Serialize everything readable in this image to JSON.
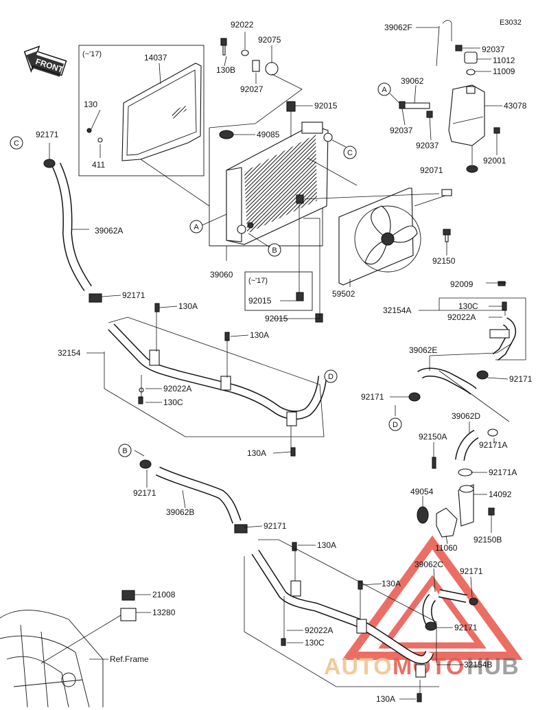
{
  "diagram_code": "E3032",
  "front_label": "FRONT",
  "year_notes": [
    "(~'17)",
    "(~'17)"
  ],
  "ref_frame": "Ref.Frame",
  "part_labels": [
    {
      "id": "p14037",
      "text": "14037"
    },
    {
      "id": "p130_a",
      "text": "130"
    },
    {
      "id": "p411",
      "text": "411"
    },
    {
      "id": "p92022",
      "text": "92022"
    },
    {
      "id": "p92075",
      "text": "92075"
    },
    {
      "id": "p130B_top",
      "text": "130B"
    },
    {
      "id": "p92027",
      "text": "92027"
    },
    {
      "id": "p92015_top",
      "text": "92015"
    },
    {
      "id": "p49085",
      "text": "49085"
    },
    {
      "id": "p39062F",
      "text": "39062F"
    },
    {
      "id": "p92037_a",
      "text": "92037"
    },
    {
      "id": "p11012",
      "text": "11012"
    },
    {
      "id": "p11009",
      "text": "11009"
    },
    {
      "id": "p39062",
      "text": "39062"
    },
    {
      "id": "p43078",
      "text": "43078"
    },
    {
      "id": "p92037_b",
      "text": "92037"
    },
    {
      "id": "p92037_c",
      "text": "92037"
    },
    {
      "id": "p92001",
      "text": "92001"
    },
    {
      "id": "p92071",
      "text": "92071"
    },
    {
      "id": "p92171_a",
      "text": "92171"
    },
    {
      "id": "p39062A",
      "text": "39062A"
    },
    {
      "id": "p39060",
      "text": "39060"
    },
    {
      "id": "p92015_mid",
      "text": "92015"
    },
    {
      "id": "p92015_low",
      "text": "92015"
    },
    {
      "id": "p59502",
      "text": "59502"
    },
    {
      "id": "p92150",
      "text": "92150"
    },
    {
      "id": "p92009",
      "text": "92009"
    },
    {
      "id": "p32154A",
      "text": "32154A"
    },
    {
      "id": "p130C_a",
      "text": "130C"
    },
    {
      "id": "p92022A_a",
      "text": "92022A"
    },
    {
      "id": "p92171_b",
      "text": "92171"
    },
    {
      "id": "p130A_a",
      "text": "130A"
    },
    {
      "id": "p130A_b",
      "text": "130A"
    },
    {
      "id": "p32154",
      "text": "32154"
    },
    {
      "id": "p92022A_b",
      "text": "92022A"
    },
    {
      "id": "p130C_b",
      "text": "130C"
    },
    {
      "id": "p130A_c",
      "text": "130A"
    },
    {
      "id": "p39062E",
      "text": "39062E"
    },
    {
      "id": "p92171_c",
      "text": "92171"
    },
    {
      "id": "p92171_d",
      "text": "92171"
    },
    {
      "id": "p39062D",
      "text": "39062D"
    },
    {
      "id": "p92150A",
      "text": "92150A"
    },
    {
      "id": "p92171A_a",
      "text": "92171A"
    },
    {
      "id": "p92171A_b",
      "text": "92171A"
    },
    {
      "id": "p49054",
      "text": "49054"
    },
    {
      "id": "p14092",
      "text": "14092"
    },
    {
      "id": "p92150B",
      "text": "92150B"
    },
    {
      "id": "p11060",
      "text": "11060"
    },
    {
      "id": "p92171_e",
      "text": "92171"
    },
    {
      "id": "p39062B",
      "text": "39062B"
    },
    {
      "id": "p92171_f",
      "text": "92171"
    },
    {
      "id": "p130A_d",
      "text": "130A"
    },
    {
      "id": "p39062C",
      "text": "39062C"
    },
    {
      "id": "p92171_g",
      "text": "92171"
    },
    {
      "id": "p130A_e",
      "text": "130A"
    },
    {
      "id": "p92171_h",
      "text": "92171"
    },
    {
      "id": "p21008",
      "text": "21008"
    },
    {
      "id": "p13280",
      "text": "13280"
    },
    {
      "id": "p92022A_c",
      "text": "92022A"
    },
    {
      "id": "p130C_c",
      "text": "130C"
    },
    {
      "id": "p32154B",
      "text": "32154B"
    },
    {
      "id": "p130A_f",
      "text": "130A"
    }
  ],
  "callouts": [
    {
      "id": "c_C1",
      "text": "C"
    },
    {
      "id": "c_C2",
      "text": "C"
    },
    {
      "id": "c_A1",
      "text": "A"
    },
    {
      "id": "c_A2",
      "text": "A"
    },
    {
      "id": "c_B1",
      "text": "B"
    },
    {
      "id": "c_B2",
      "text": "B"
    },
    {
      "id": "c_D1",
      "text": "D"
    },
    {
      "id": "c_D2",
      "text": "D"
    }
  ],
  "watermark": {
    "part1": "AUTO",
    "part2": "MOTO",
    "part3": "HUB",
    "color1": "#f2c48f",
    "color2": "#e8554a"
  }
}
